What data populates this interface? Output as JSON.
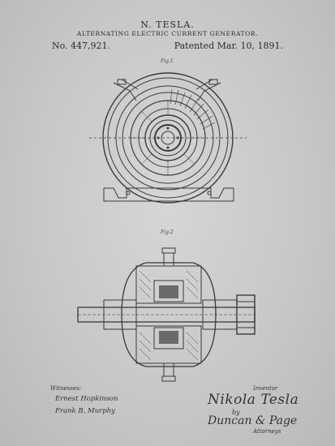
{
  "header": {
    "inventor": "N. TESLA.",
    "title": "ALTERNATING ELECTRIC CURRENT GENERATOR.",
    "patent_number": "No. 447,921.",
    "patent_date": "Patented Mar. 10, 1891."
  },
  "figures": {
    "fig1_label": "Fig.1",
    "fig2_label": "Fig.2"
  },
  "signatures": {
    "witnesses_label": "Witnesses:",
    "witness_1": "Ernest Hopkinson",
    "witness_2": "Frank B. Murphy",
    "inventor_label": "Inventor",
    "inventor_signature": "Nikola Tesla",
    "by_label": "by",
    "attorney_signature": "Duncan & Page",
    "attorneys_label": "Attorneys"
  }
}
